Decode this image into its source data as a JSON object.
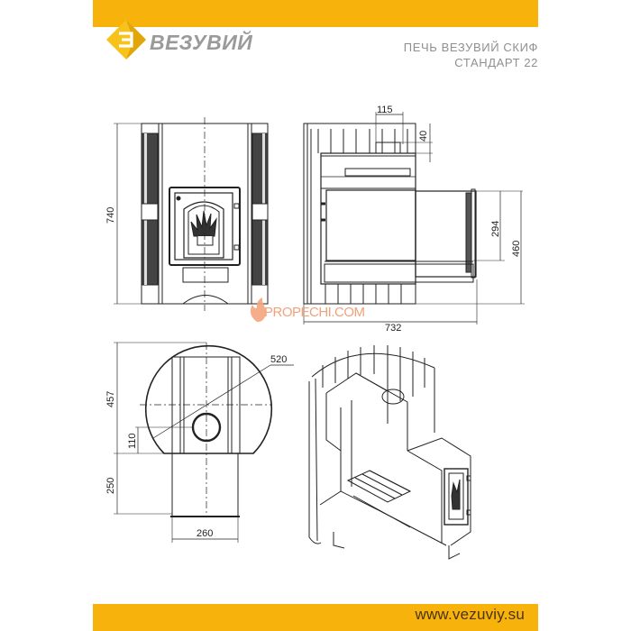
{
  "header": {
    "brand_name": "ВЕЗУВИЙ",
    "logo_icon": "vezuviy-diamond-logo-icon",
    "title_line1": "ПЕЧЬ  ВЕЗУВИЙ СКИФ",
    "title_line2": "СТАНДАРТ 22",
    "band_color": "#f7b30c"
  },
  "watermark": {
    "text": "PROPECHI.COM",
    "icon": "flame-icon",
    "color": "#f0a27a"
  },
  "views": {
    "front": {
      "label": "front-view",
      "dimensions": {
        "height": "740"
      }
    },
    "side": {
      "label": "side-view",
      "dimensions": {
        "top_width": "115",
        "top_height": "40",
        "door_height": "294",
        "tunnel_height": "460",
        "total_depth": "732"
      }
    },
    "top": {
      "label": "top-view",
      "dimensions": {
        "diameter": "520",
        "radius_depth": "457",
        "chimney_offset": "110",
        "tunnel_length": "250",
        "tunnel_width": "260"
      }
    },
    "iso": {
      "label": "isometric-cutaway-view"
    }
  },
  "footer": {
    "url": "www.vezuviy.su",
    "band_color": "#f7b30c"
  }
}
